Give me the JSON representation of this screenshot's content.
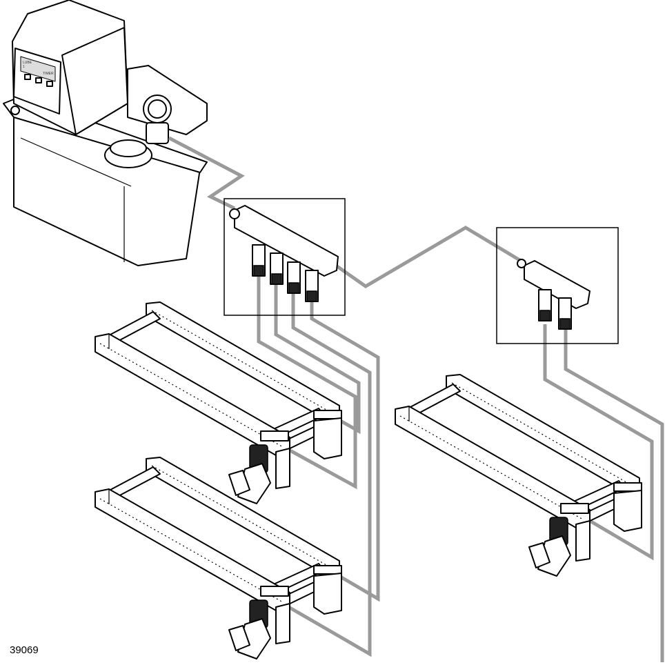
{
  "figure": {
    "number": "39069"
  },
  "pump": {
    "display_label": "LUBE",
    "display_value": "1",
    "display_mode": "TIMER"
  },
  "colors": {
    "hose": "#9a9a9a",
    "line": "#000000",
    "background": "#ffffff"
  }
}
